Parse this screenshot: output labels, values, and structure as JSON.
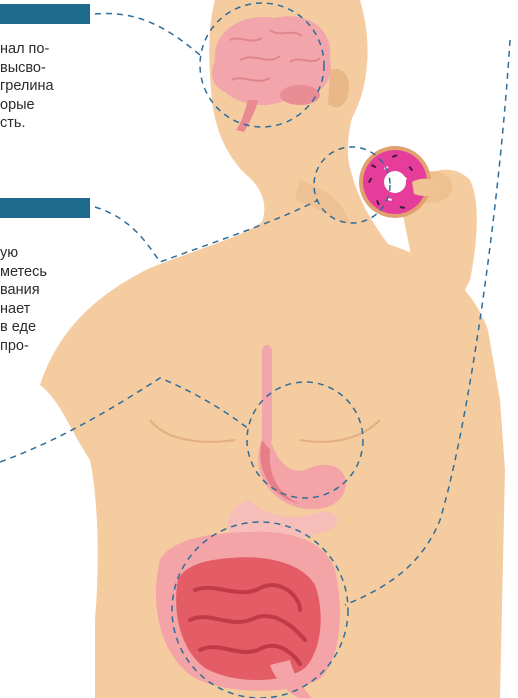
{
  "colors": {
    "bar": "#1e6a8d",
    "skin": "#f4cca0",
    "skin_shadow": "#e8b888",
    "organ_pink": "#f4a3a6",
    "organ_red": "#e05a63",
    "dashed": "#2f6d9a",
    "donut_icing": "#e63d9b"
  },
  "caption_top": {
    "lines": [
      "нал по-",
      "высво-",
      "грелина",
      "орые",
      "сть."
    ]
  },
  "caption_middle": {
    "lines": [
      "ую",
      "метесь",
      "вания",
      "нает",
      "в еде",
      "про-"
    ]
  },
  "icons": [
    "brain-icon",
    "donut-icon",
    "stomach-icon",
    "intestines-icon"
  ]
}
